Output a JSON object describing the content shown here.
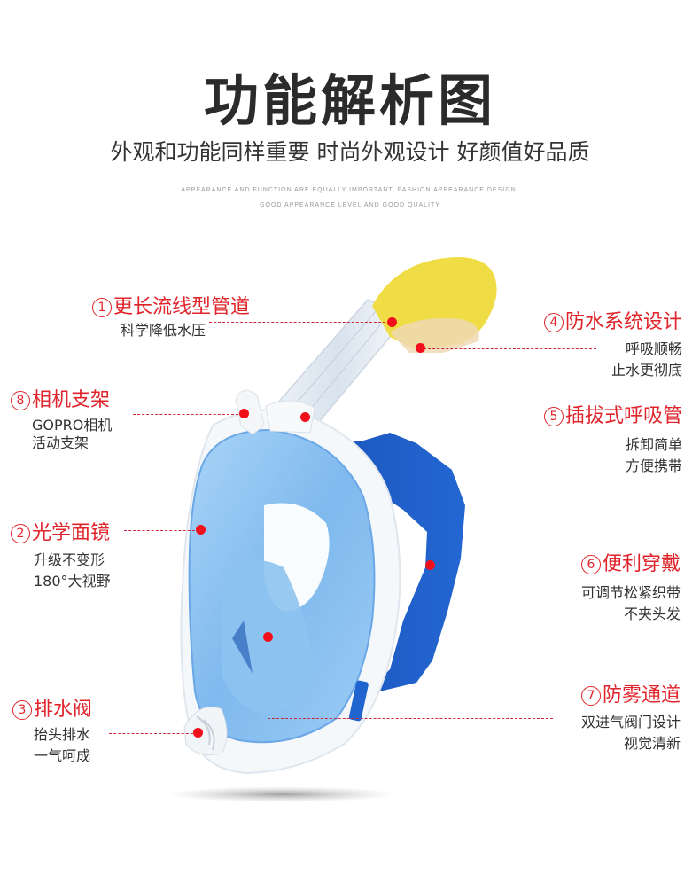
{
  "header": {
    "title": "功能解析图",
    "subtitle": "外观和功能同样重要 时尚外观设计 好颜值好品质",
    "english_line1": "APPEARANCE AND FUNCTION ARE EQUALLY IMPORTANT, FASHION APPEARANCE DESIGN,",
    "english_line2": "GOOD APPEARANCE LEVEL AND GOOD QUALITY"
  },
  "product": {
    "name": "full-face-snorkel-mask",
    "colors": {
      "snorkel_top": "#f2e04a",
      "lens": "#8ec4f2",
      "frame": "#f5f8fb",
      "strap": "#1f5ec8",
      "accent_red": "#e0242b"
    }
  },
  "callouts": [
    {
      "num": "1",
      "title": "更长流线型管道",
      "desc": [
        "科学降低水压"
      ],
      "side": "left"
    },
    {
      "num": "2",
      "title": "光学面镜",
      "desc": [
        "升级不变形",
        "180°大视野"
      ],
      "side": "left"
    },
    {
      "num": "3",
      "title": "排水阀",
      "desc": [
        "抬头排水",
        "一气呵成"
      ],
      "side": "left"
    },
    {
      "num": "4",
      "title": "防水系统设计",
      "desc": [
        "呼吸顺畅",
        "止水更彻底"
      ],
      "side": "right"
    },
    {
      "num": "5",
      "title": "插拔式呼吸管",
      "desc": [
        "拆卸简单",
        "方便携带"
      ],
      "side": "right"
    },
    {
      "num": "6",
      "title": "便利穿戴",
      "desc": [
        "可调节松紧织带",
        "不夹头发"
      ],
      "side": "right"
    },
    {
      "num": "7",
      "title": "防雾通道",
      "desc": [
        "双进气阀门设计",
        "视觉清新"
      ],
      "side": "right"
    },
    {
      "num": "8",
      "title": "相机支架",
      "desc": [
        "GOPRO相机",
        "活动支架"
      ],
      "side": "left"
    }
  ]
}
